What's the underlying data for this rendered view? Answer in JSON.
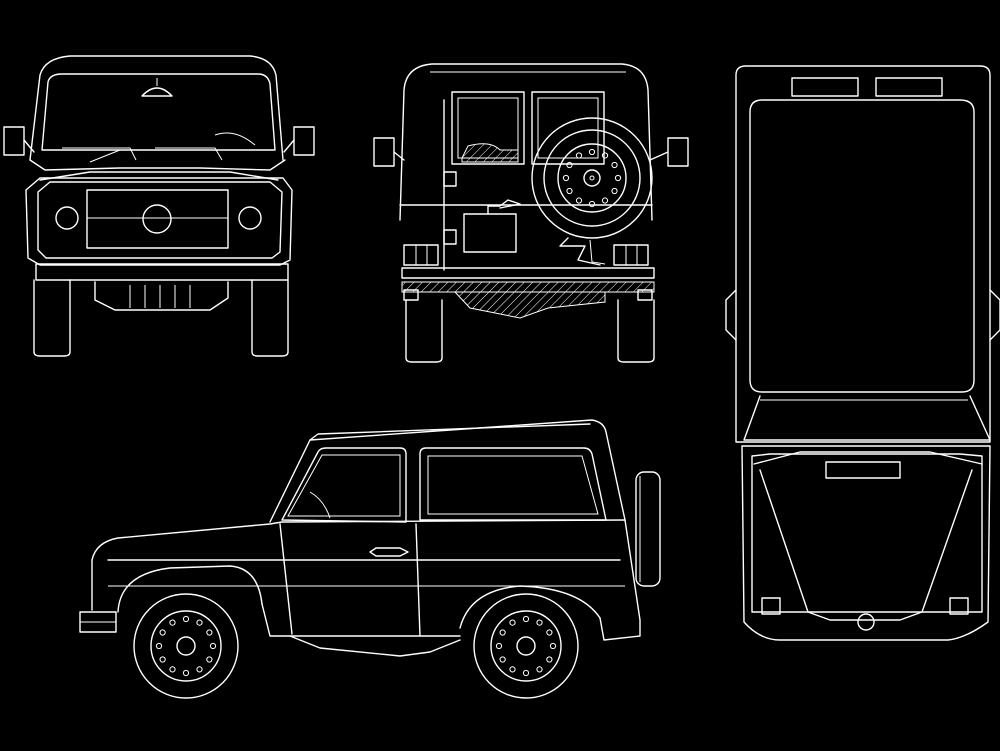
{
  "drawing": {
    "background": "#000000",
    "line_color": "#ffffff",
    "views": [
      {
        "name": "front-view"
      },
      {
        "name": "rear-view"
      },
      {
        "name": "top-view"
      },
      {
        "name": "side-view"
      }
    ]
  }
}
